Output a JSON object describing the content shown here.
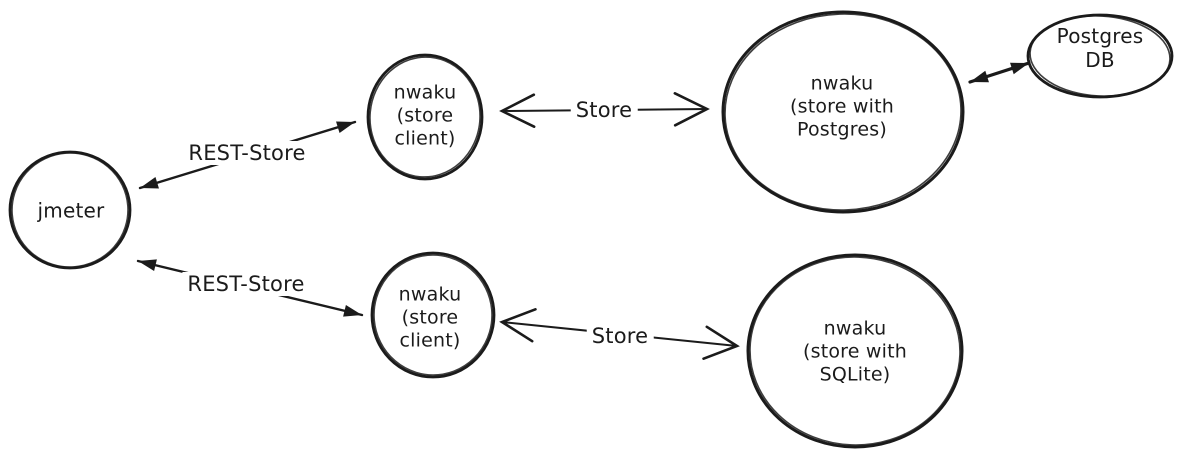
{
  "diagram": {
    "colors": {
      "ink": "#1b1b1b",
      "background": "#ffffff"
    },
    "nodes": {
      "jmeter": {
        "label": "jmeter"
      },
      "store_client_top": {
        "label": "nwaku\n(store\nclient)"
      },
      "store_postgres": {
        "label": "nwaku\n(store with\nPostgres)"
      },
      "postgres_db": {
        "label": "Postgres\nDB"
      },
      "store_client_bottom": {
        "label": "nwaku\n(store\nclient)"
      },
      "store_sqlite": {
        "label": "nwaku\n(store with\nSQLite)"
      }
    },
    "edges": {
      "rest_store_top": {
        "label": "REST-Store"
      },
      "rest_store_bottom": {
        "label": "REST-Store"
      },
      "store_top": {
        "label": "Store"
      },
      "store_bottom": {
        "label": "Store"
      },
      "postgres_link": {
        "label": ""
      }
    }
  }
}
